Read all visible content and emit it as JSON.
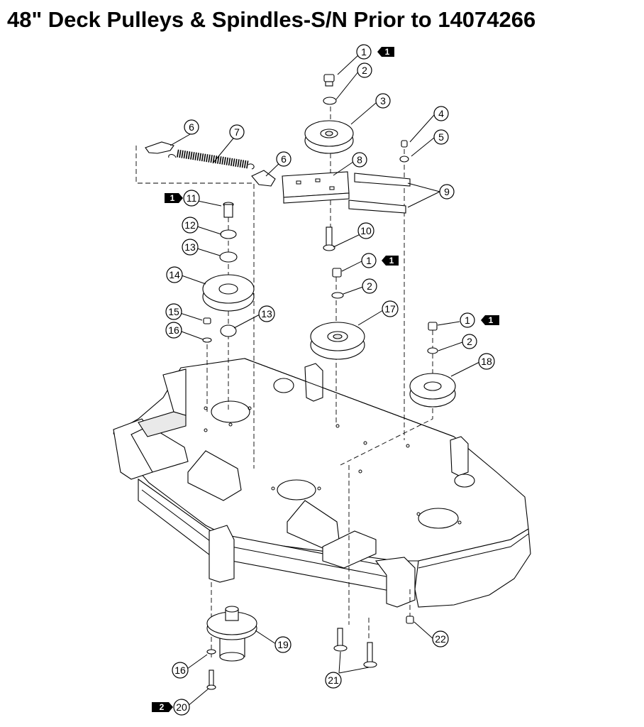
{
  "page": {
    "title": "48\" Deck Pulleys & Spindles-S/N Prior to 14074266"
  },
  "callouts": [
    {
      "id": "c1a",
      "label": "1"
    },
    {
      "id": "c2a",
      "label": "2"
    },
    {
      "id": "c3",
      "label": "3"
    },
    {
      "id": "c4",
      "label": "4"
    },
    {
      "id": "c5",
      "label": "5"
    },
    {
      "id": "c6a",
      "label": "6"
    },
    {
      "id": "c7",
      "label": "7"
    },
    {
      "id": "c6b",
      "label": "6"
    },
    {
      "id": "c8",
      "label": "8"
    },
    {
      "id": "c9",
      "label": "9"
    },
    {
      "id": "c11",
      "label": "11"
    },
    {
      "id": "c10",
      "label": "10"
    },
    {
      "id": "c12",
      "label": "12"
    },
    {
      "id": "c13a",
      "label": "13"
    },
    {
      "id": "c14",
      "label": "14"
    },
    {
      "id": "c1b",
      "label": "1"
    },
    {
      "id": "c2b",
      "label": "2"
    },
    {
      "id": "c17",
      "label": "17"
    },
    {
      "id": "c15",
      "label": "15"
    },
    {
      "id": "c13b",
      "label": "13"
    },
    {
      "id": "c16a",
      "label": "16"
    },
    {
      "id": "c1c",
      "label": "1"
    },
    {
      "id": "c2c",
      "label": "2"
    },
    {
      "id": "c18",
      "label": "18"
    },
    {
      "id": "c19",
      "label": "19"
    },
    {
      "id": "c22",
      "label": "22"
    },
    {
      "id": "c16b",
      "label": "16"
    },
    {
      "id": "c21",
      "label": "21"
    },
    {
      "id": "c20",
      "label": "20"
    }
  ],
  "flags": [
    {
      "id": "f1a",
      "label": "1"
    },
    {
      "id": "f1b",
      "label": "1"
    },
    {
      "id": "f1c",
      "label": "1"
    },
    {
      "id": "f1d",
      "label": "1"
    },
    {
      "id": "f2",
      "label": "2"
    }
  ]
}
